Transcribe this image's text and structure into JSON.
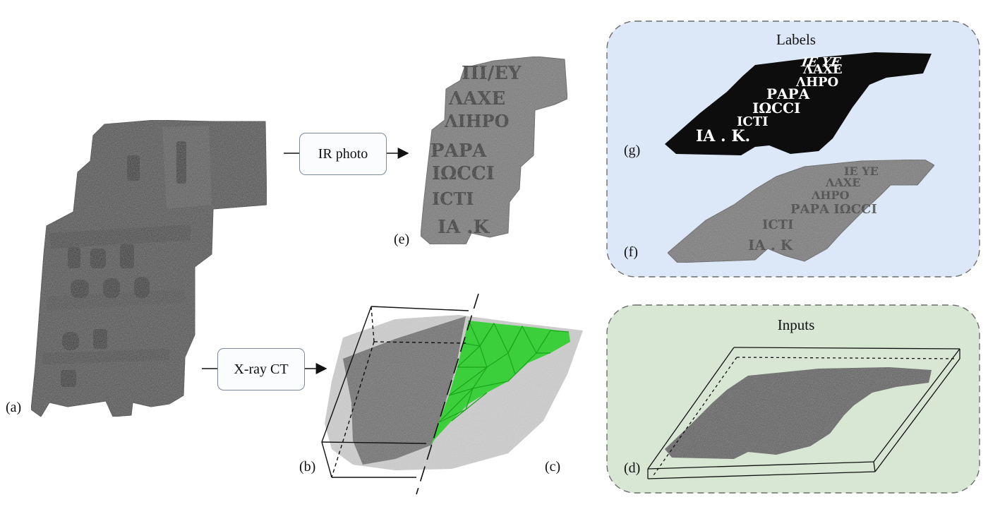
{
  "panels": {
    "labels": {
      "title": "Labels",
      "fill": "#dce8f7"
    },
    "inputs": {
      "title": "Inputs",
      "fill": "#d8e7d4"
    }
  },
  "steps": {
    "ir_photo": "IR photo",
    "xray_ct": "X-ray CT"
  },
  "markers": {
    "a": "(a)",
    "b": "(b)",
    "c": "(c)",
    "d": "(d)",
    "e": "(e)",
    "f": "(f)",
    "g": "(g)"
  },
  "colors": {
    "papyrus_dark": "#4a4a4a",
    "papyrus_mid": "#6f6f6f",
    "ink": "#151515",
    "mesh_green": "#2bd32b",
    "ct_gray": "#c9c9c9"
  }
}
